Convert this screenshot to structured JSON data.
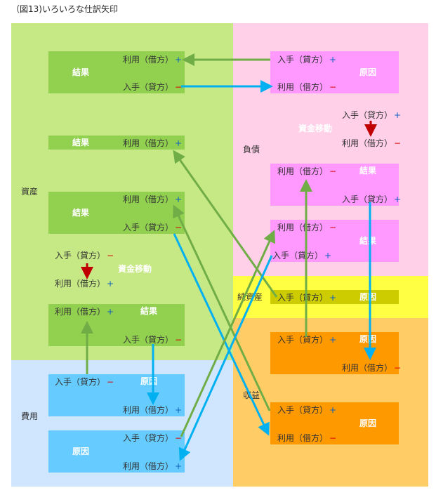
{
  "title": "（図13)いろいろな仕訳矢印",
  "regions": {
    "assets": "資産",
    "expenses": "費用",
    "liabilities": "負債",
    "net_assets": "純資産",
    "revenue": "収益"
  },
  "box_labels": {
    "result": "結果",
    "cause": "原因",
    "fund_move": "資金移動"
  },
  "labels": [
    {
      "text": "利用（借方）",
      "sign": "+"
    },
    {
      "text": "入手（貸方）",
      "sign": "−"
    },
    {
      "text": "入手（貸方）",
      "sign": "+"
    },
    {
      "text": "利用（借方）",
      "sign": "−"
    },
    {
      "text": "入手（貸方）",
      "sign": "+"
    },
    {
      "text": "利用（借方）",
      "sign": "−"
    },
    {
      "text": "利用（借方）",
      "sign": "+"
    },
    {
      "text": "利用（借方）",
      "sign": "−"
    },
    {
      "text": "入手（貸方）",
      "sign": "+"
    },
    {
      "text": "利用（借方）",
      "sign": "+"
    },
    {
      "text": "入手（貸方）",
      "sign": "−"
    },
    {
      "text": "利用（借方）",
      "sign": "−"
    },
    {
      "text": "入手（貸方）",
      "sign": "+"
    },
    {
      "text": "入手（貸方）",
      "sign": "−"
    },
    {
      "text": "利用（借方）",
      "sign": "+"
    },
    {
      "text": "入手（貸方）",
      "sign": "+"
    },
    {
      "text": "利用（借方）",
      "sign": "+"
    },
    {
      "text": "入手（貸方）",
      "sign": "−"
    },
    {
      "text": "入手（貸方）",
      "sign": "+"
    },
    {
      "text": "利用（借方）",
      "sign": "−"
    },
    {
      "text": "入手（貸方）",
      "sign": "−"
    },
    {
      "text": "利用（借方）",
      "sign": "+"
    },
    {
      "text": "入手（貸方）",
      "sign": "+"
    },
    {
      "text": "入手（貸方）",
      "sign": "−"
    },
    {
      "text": "利用（借方）",
      "sign": "−"
    },
    {
      "text": "利用（借方）",
      "sign": "+"
    }
  ],
  "colors": {
    "assets": "#c6e985",
    "expenses": "#d0e6ff",
    "liabilities": "#ffd0e8",
    "net_assets": "#ffff44",
    "revenue": "#ffcc66",
    "green_box": "#92d050",
    "blue_box": "#66ccff",
    "pink_box": "#ff99ff",
    "yellow_box": "#cccc00",
    "orange_box": "#ff9900",
    "green_arrow": "#70ad47",
    "cyan_arrow": "#00b0f0",
    "red_arrow": "#c00000"
  }
}
